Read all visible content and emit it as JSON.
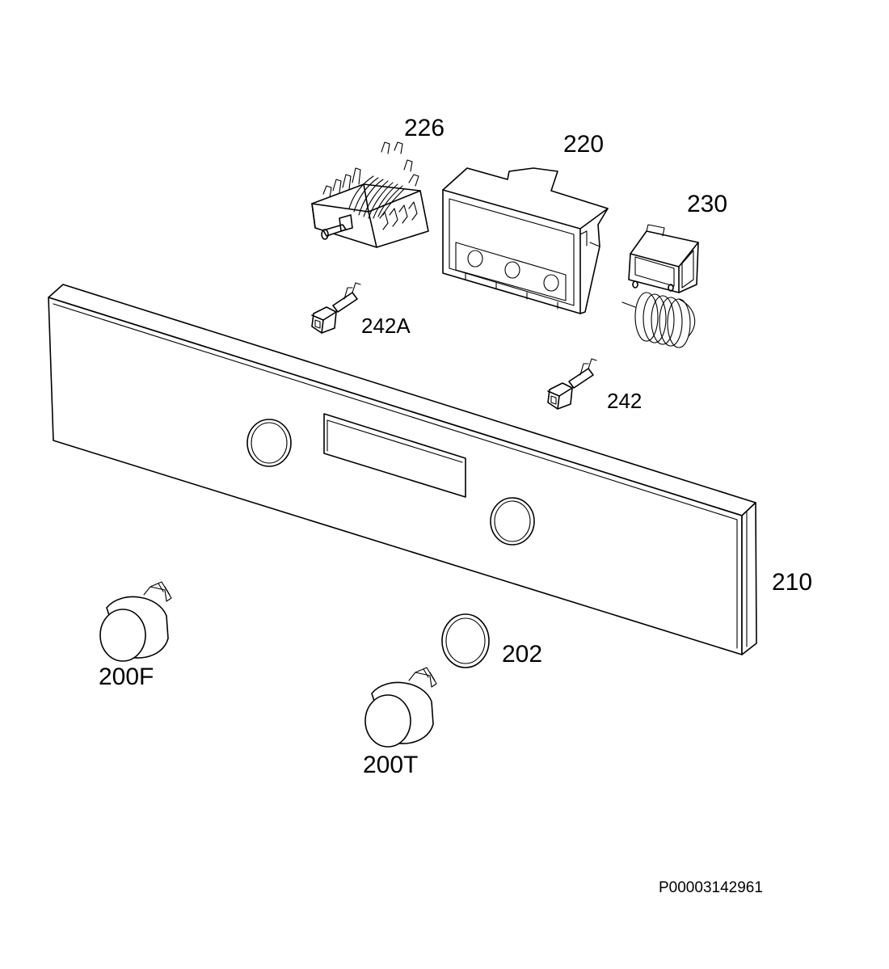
{
  "part_labels": {
    "p226": "226",
    "p220": "220",
    "p230": "230",
    "p242A": "242A",
    "p242": "242",
    "p210": "210",
    "p202": "202",
    "p200F": "200F",
    "p200T": "200T"
  },
  "document_id": "P00003142961"
}
